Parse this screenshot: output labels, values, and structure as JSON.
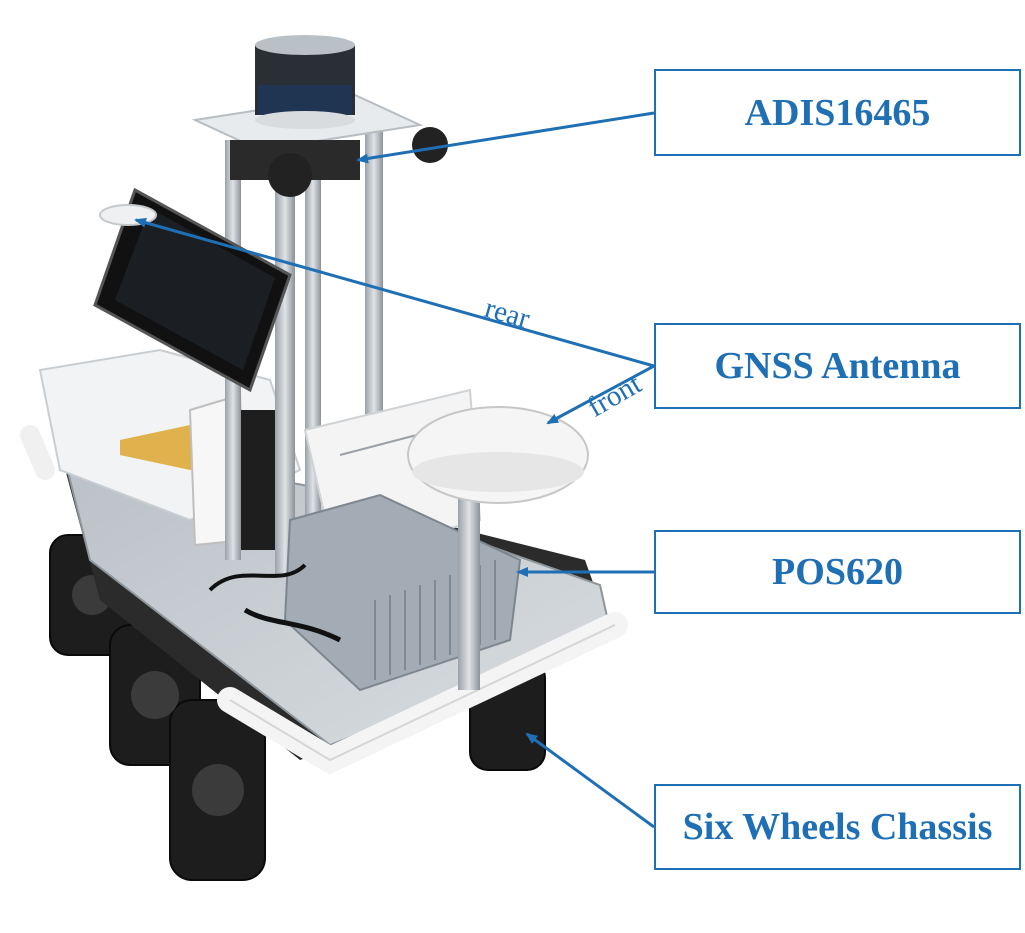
{
  "labels": {
    "adis": "ADIS16465",
    "gnss": "GNSS Antenna",
    "pos": "POS620",
    "chassis": "Six Wheels Chassis"
  },
  "directions": {
    "rear": "rear",
    "front": "front"
  },
  "colors": {
    "accent": "#1f6fb5"
  }
}
